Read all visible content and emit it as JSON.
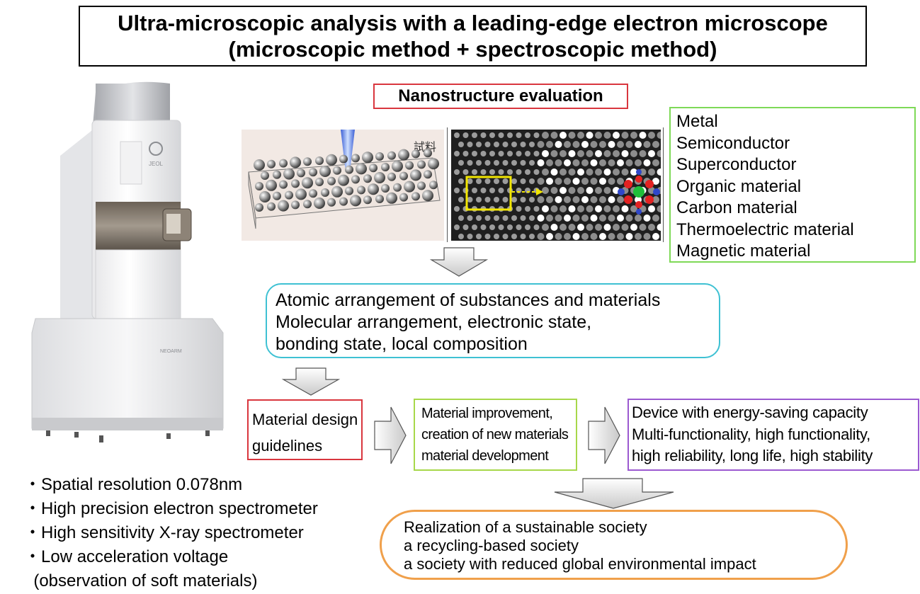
{
  "title": {
    "line1": "Ultra-microscopic analysis with a leading-edge electron microscope",
    "line2": "(microscopic method + spectroscopic method)"
  },
  "microscope": {
    "brand": "JEOL",
    "model": "NEOARM"
  },
  "nanostructure_label": "Nanostructure evaluation",
  "sample_label": "試料",
  "materials": [
    "Metal",
    "Semiconductor",
    "Superconductor",
    "Organic material",
    "Carbon material",
    "Thermoelectric material",
    "Magnetic material"
  ],
  "atomic": {
    "line1": "Atomic arrangement of substances and materials",
    "line2": "Molecular arrangement, electronic state,",
    "line3": "bonding state, local composition"
  },
  "design": {
    "line1": "Material design",
    "line2": "guidelines"
  },
  "improvement": {
    "line1": "Material improvement,",
    "line2": "creation of new materials",
    "line3": "material development"
  },
  "device": {
    "line1": "Device with energy-saving capacity",
    "line2": "Multi-functionality, high functionality,",
    "line3": "high reliability, long life, high stability"
  },
  "features": [
    "・Spatial resolution 0.078nm",
    "・High precision electron spectrometer",
    "・High sensitivity X-ray spectrometer",
    "・Low acceleration voltage",
    "  (observation of soft materials)"
  ],
  "society": {
    "line1": "Realization of a sustainable society",
    "line2": "a recycling-based society",
    "line3": "a society with reduced global environmental impact"
  },
  "colors": {
    "red": "#d9363e",
    "green": "#7ed957",
    "cyan": "#3ec1d3",
    "purple": "#9b59d0",
    "orange": "#f0a04b",
    "yellow_green": "#a7d84a"
  }
}
